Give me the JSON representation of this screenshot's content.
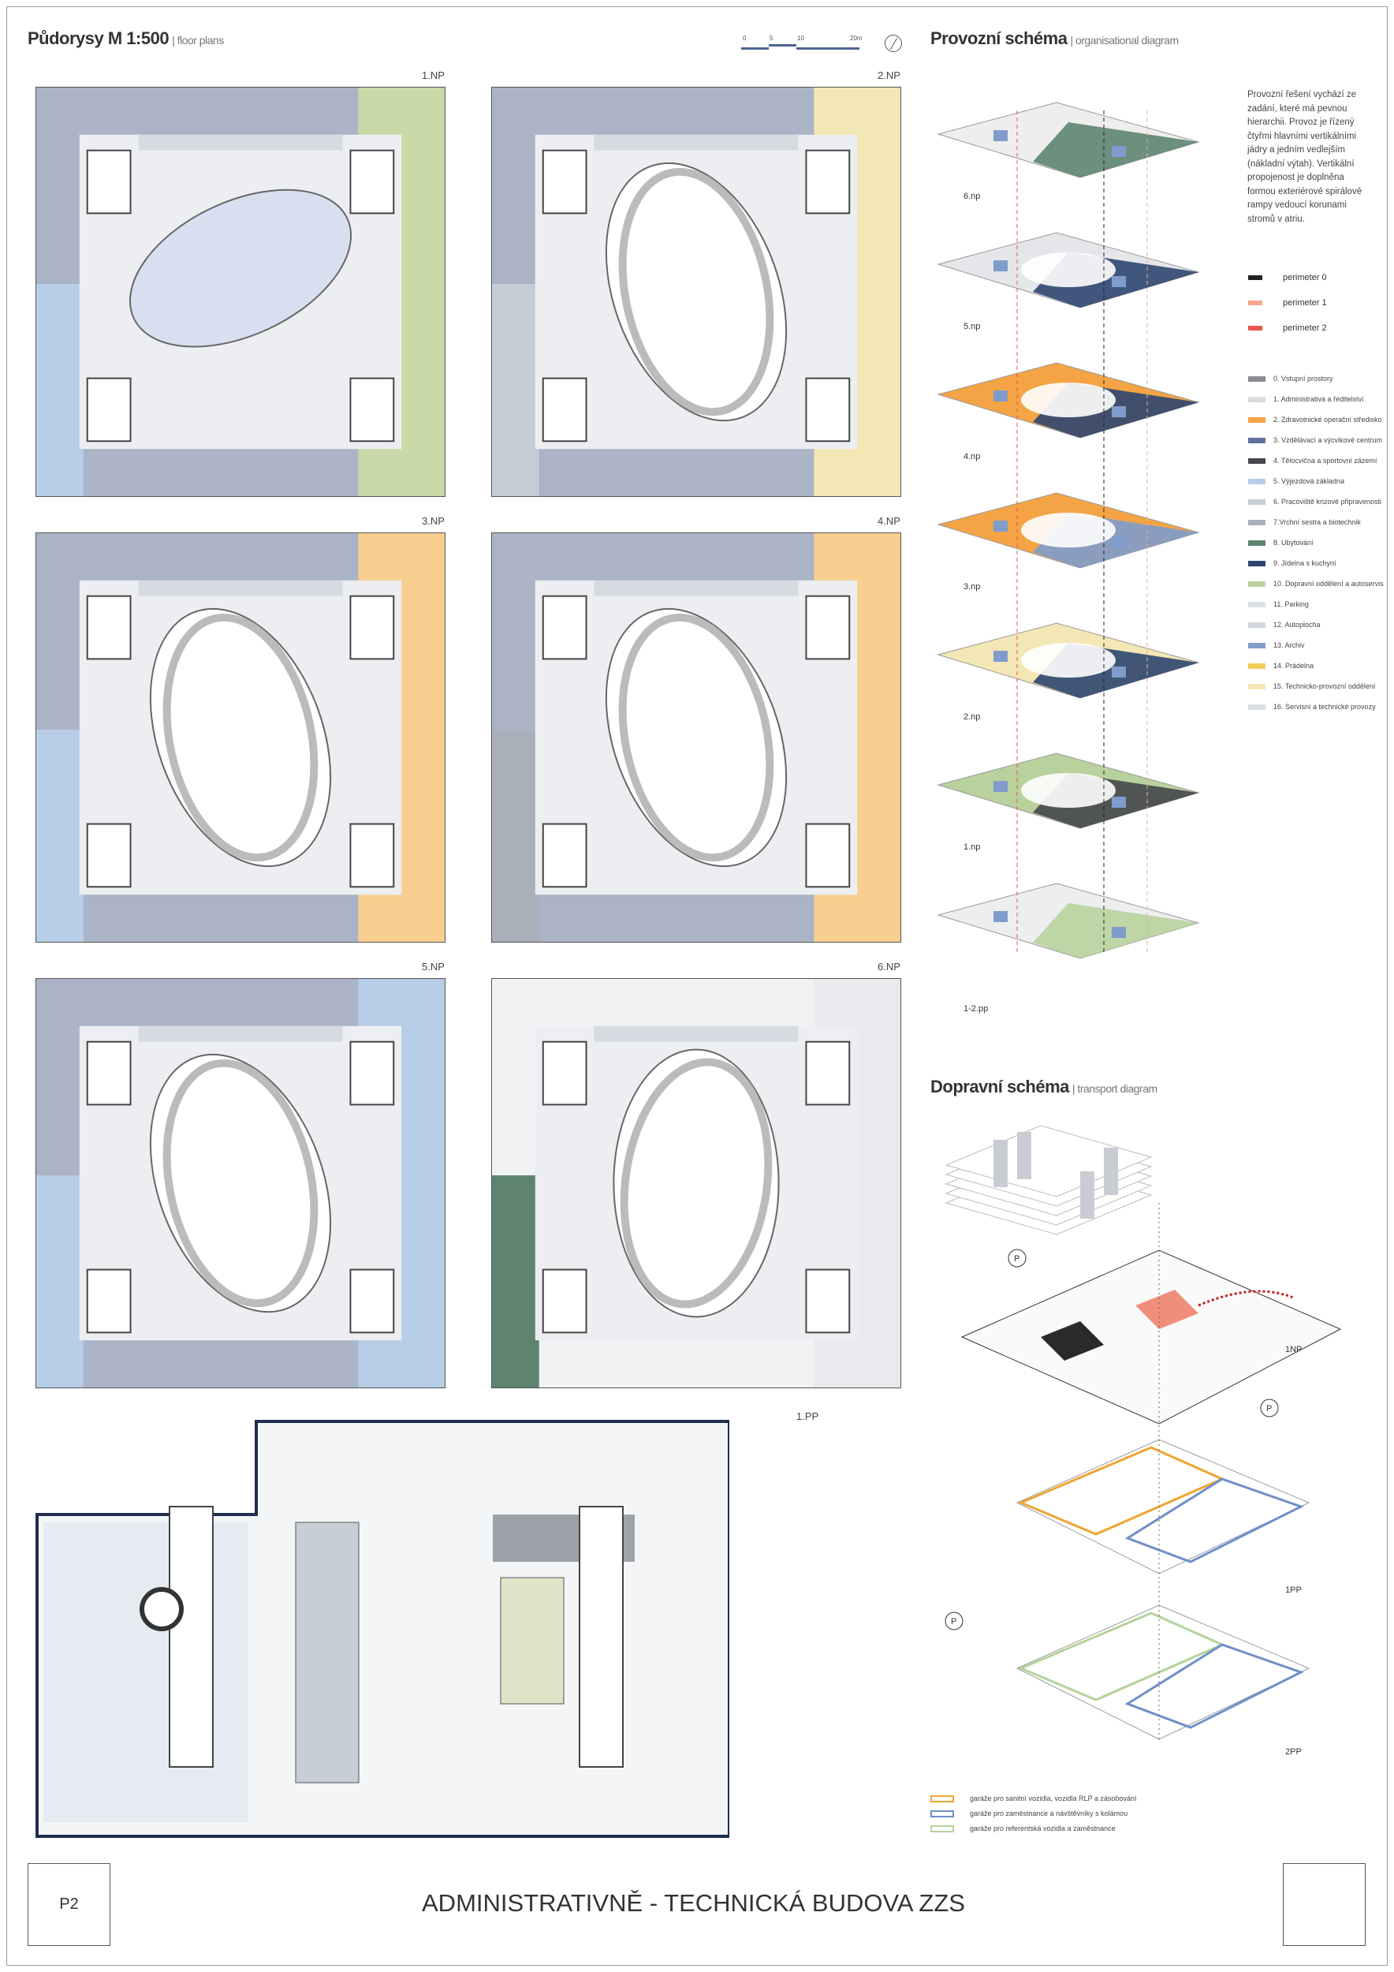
{
  "header": {
    "plans_title": "Půdorysy M 1:500",
    "plans_sub": "| floor plans",
    "scale_ticks": [
      "0",
      "5",
      "10",
      "20m"
    ],
    "org_title": "Provozní schéma",
    "org_sub": "| organisational diagram",
    "transport_title": "Dopravní schéma",
    "transport_sub": "| transport diagram"
  },
  "floors": [
    "1.NP",
    "2.NP",
    "3.NP",
    "4.NP",
    "5.NP",
    "6.NP",
    "1.PP"
  ],
  "org": {
    "paragraph": "Provozní řešení vychází ze zadání, které má pevnou hierarchii. Provoz je řízený čtyřmi hlavními vertikálními jádry a jedním vedlejším (nákladní výtah). Vertikální propojenost je doplněna formou exteriérové spirálové rampy vedoucí korunami stromů v atriu.",
    "perimeters": [
      {
        "label": "perimeter 0",
        "color": "#222222"
      },
      {
        "label": "perimeter 1",
        "color": "#f2a990"
      },
      {
        "label": "perimeter 2",
        "color": "#e8554a"
      }
    ],
    "levels": [
      "6.np",
      "5.np",
      "4.np",
      "3.np",
      "2.np",
      "1.np",
      "1-2.pp"
    ],
    "legend": [
      {
        "label": "0. Vstupní prostory",
        "color": "#8a8d93"
      },
      {
        "label": "1. Administrativa a ředitelství",
        "color": "#d9dde2"
      },
      {
        "label": "2. Zdravotnické operační středisko",
        "color": "#f4a445"
      },
      {
        "label": "3. Vzdělávací a výcvikové centrum",
        "color": "#5f6f9f"
      },
      {
        "label": "4. Tělocvična a sportovní zázemí",
        "color": "#45474d"
      },
      {
        "label": "5. Výjezdová základna",
        "color": "#b8cde8"
      },
      {
        "label": "6. Pracoviště krizové připravenosti",
        "color": "#c4ccd6"
      },
      {
        "label": "7.Vrchní sestra a biotechnik",
        "color": "#a9b0ba"
      },
      {
        "label": "8. Ubytování",
        "color": "#5e8470"
      },
      {
        "label": "9. Jídelna s kuchyní",
        "color": "#2e4670"
      },
      {
        "label": "10. Dopravní oddělení a autoservis",
        "color": "#b9d19d"
      },
      {
        "label": "11. Parking",
        "color": "#dde0e3"
      },
      {
        "label": "12. Autoplocha",
        "color": "#d3d8de"
      },
      {
        "label": "13. Archiv",
        "color": "#7f9ccc"
      },
      {
        "label": "14. Prádelna",
        "color": "#f2cd5c"
      },
      {
        "label": "15. Technicko-provozní oddělení",
        "color": "#f3e7b5"
      },
      {
        "label": "16. Servisní a technické provozy",
        "color": "#dadde1"
      }
    ]
  },
  "transport": {
    "levels": [
      "1NP",
      "1PP",
      "2PP"
    ],
    "legend": [
      {
        "label": "garáže pro sanitní vozidla, vozidla RLP a zásobování",
        "color": "#f0a530"
      },
      {
        "label": "garáže pro zaměstnance a návštěvníky s kolámou",
        "color": "#6f8fc8"
      },
      {
        "label": "garáže pro referentská vozidla a zaměstnance",
        "color": "#b5d39a"
      }
    ],
    "p_label": "P"
  },
  "footer": {
    "sheet": "P2",
    "title": "ADMINISTRATIVNĚ - TECHNICKÁ BUDOVA ZZS"
  }
}
